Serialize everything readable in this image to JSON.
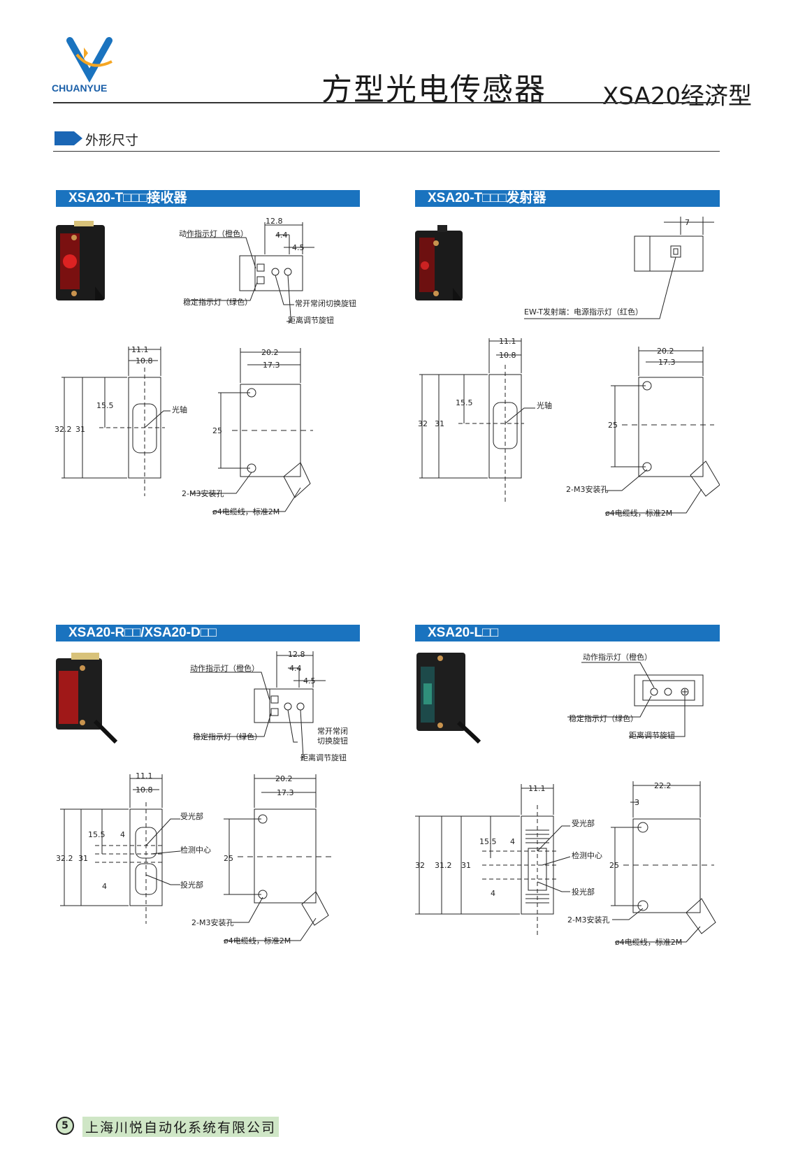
{
  "brand": {
    "logo_text": "CHUANYUE",
    "primary_color": "#1a73bf",
    "accent_color": "#f5a623"
  },
  "header": {
    "title": "方型光电传感器",
    "model_series": "XSA20经济型"
  },
  "section": {
    "title": "外形尺寸"
  },
  "panels": [
    {
      "model": "XSA20-T□□□接收器",
      "top_callouts": [
        "动作指示灯（橙色）",
        "稳定指示灯（绿色）",
        "常开常闭切换旋钮",
        "距离调节旋钮"
      ],
      "top_dims": [
        "12.8",
        "4.4",
        "4.5"
      ],
      "front_dims": [
        "11.1",
        "10.8",
        "15.5",
        "32.2",
        "31"
      ],
      "front_label": "光轴",
      "side_dims": [
        "20.2",
        "17.3",
        "25"
      ],
      "side_callouts": [
        "2-M3安装孔",
        "ø4电缆线，标准2M"
      ]
    },
    {
      "model": "XSA20-T□□□发射器",
      "top_callouts": [
        "EW-T发射端：电源指示灯（红色）"
      ],
      "top_dims": [
        "7"
      ],
      "front_dims": [
        "11.1",
        "10.8",
        "15.5",
        "32",
        "31"
      ],
      "front_label": "光轴",
      "side_dims": [
        "20.2",
        "17.3",
        "25"
      ],
      "side_callouts": [
        "2-M3安装孔",
        "ø4电缆线，标准2M"
      ]
    },
    {
      "model": "XSA20-R□□/XSA20-D□□",
      "top_callouts": [
        "动作指示灯（橙色）",
        "稳定指示灯（绿色）",
        "常开常闭",
        "切换旋钮",
        "距离调节旋钮"
      ],
      "top_dims": [
        "12.8",
        "4.4",
        "4.5"
      ],
      "front_dims": [
        "11.1",
        "10.8",
        "15.5",
        "4",
        "32.2",
        "31",
        "4"
      ],
      "front_labels": [
        "受光部",
        "检测中心",
        "投光部"
      ],
      "side_dims": [
        "20.2",
        "17.3",
        "25"
      ],
      "side_callouts": [
        "2-M3安装孔",
        "ø4电缆线，标准2M"
      ]
    },
    {
      "model": "XSA20-L□□",
      "top_callouts": [
        "动作指示灯（橙色）",
        "稳定指示灯（绿色）",
        "距离调节旋钮"
      ],
      "front_dims": [
        "11.1",
        "15.5",
        "4",
        "32",
        "31.2",
        "31",
        "4"
      ],
      "front_labels": [
        "受光部",
        "检测中心",
        "投光部"
      ],
      "side_dims": [
        "22.2",
        "3",
        "25"
      ],
      "side_callouts": [
        "2-M3安装孔",
        "ø4电缆线，标准2M"
      ]
    }
  ],
  "footer": {
    "page": "5",
    "company": "上海川悦自动化系统有限公司"
  }
}
